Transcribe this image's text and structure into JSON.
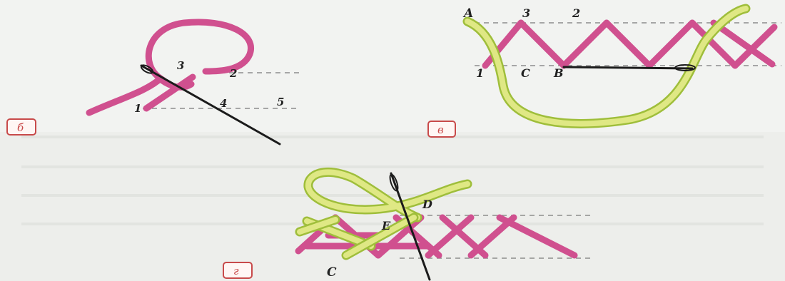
{
  "figure_b": {
    "badge": "б",
    "labels": {
      "p1": "1",
      "p2": "2",
      "p3": "3",
      "p4": "4",
      "p5": "5"
    }
  },
  "figure_v": {
    "badge": "в",
    "labels": {
      "A": "A",
      "n1": "1",
      "n2": "2",
      "n3": "3",
      "C": "C",
      "B": "B"
    }
  },
  "figure_g": {
    "badge": "г",
    "labels": {
      "D": "D",
      "E": "E",
      "C": "C"
    }
  },
  "colors": {
    "pink_thread": "#d0508f",
    "green_thread": "#9fbe3b",
    "needle": "#1b1b1b",
    "badge": "#c84a4a"
  }
}
